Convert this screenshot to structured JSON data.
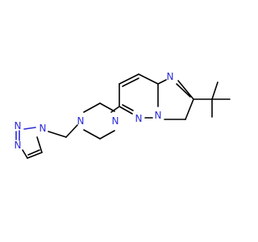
{
  "molecule": {
    "atom_labels": {
      "triazole_n1": "N",
      "triazole_n2": "N",
      "triazole_n3": "N",
      "piperazine_n4": "N",
      "piperazine_n1": "N",
      "imidazole_n": "N",
      "bridgehead_n": "N",
      "pyridazine_n": "N"
    },
    "colors": {
      "bond": "#000000",
      "nitrogen": "#2b2bd9",
      "background": "#ffffff"
    }
  }
}
